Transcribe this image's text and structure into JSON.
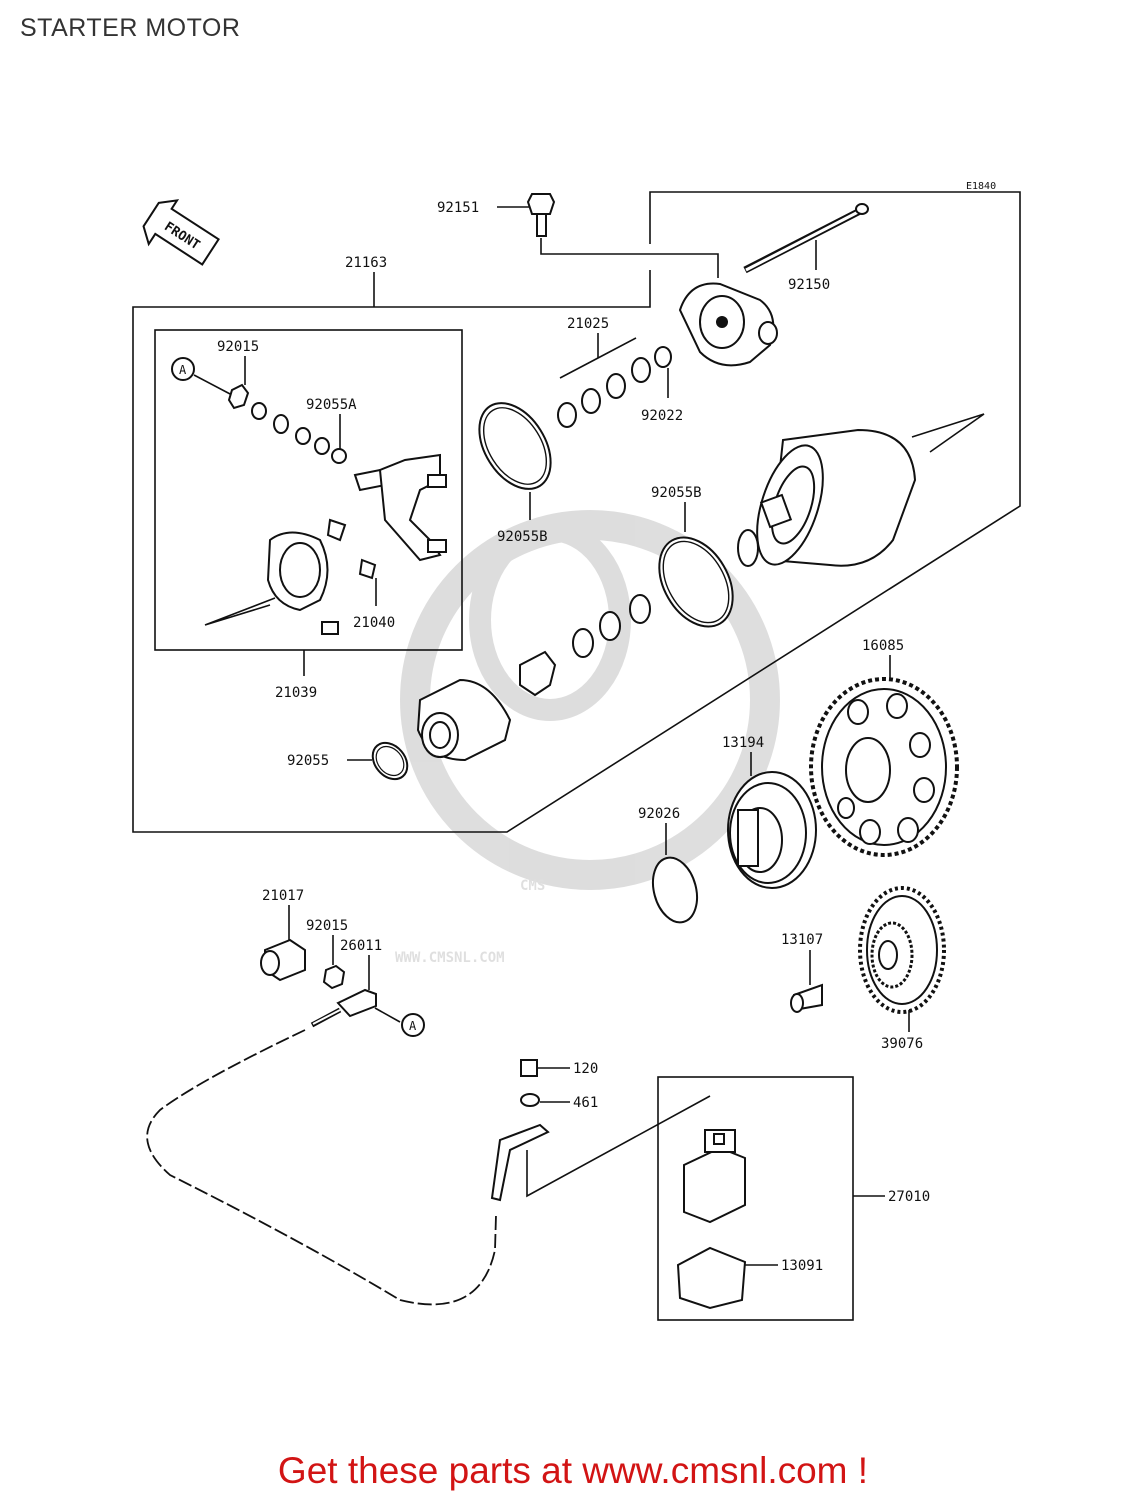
{
  "header": {
    "title": "STARTER MOTOR"
  },
  "footer": {
    "promo_text": "Get these parts at www.cmsnl.com !"
  },
  "watermark": {
    "brand": "CMS",
    "url": "WWW.CMSNL.COM"
  },
  "diagram": {
    "ref_code": "E1840",
    "front_label": "FRONT",
    "callout_marker": "A",
    "parts": {
      "p92151": "92151",
      "p92150": "92150",
      "p21163": "21163",
      "p21025": "21025",
      "p92022": "92022",
      "p92015a": "92015",
      "p92055a": "92055A",
      "p92055b_left": "92055B",
      "p92055b_right": "92055B",
      "p21040": "21040",
      "p21039": "21039",
      "p16085": "16085",
      "p13194": "13194",
      "p92055": "92055",
      "p92026": "92026",
      "p21017": "21017",
      "p92015b": "92015",
      "p26011": "26011",
      "p13107": "13107",
      "p39076": "39076",
      "p120": "120",
      "p461": "461",
      "p27010": "27010",
      "p13091": "13091"
    }
  }
}
